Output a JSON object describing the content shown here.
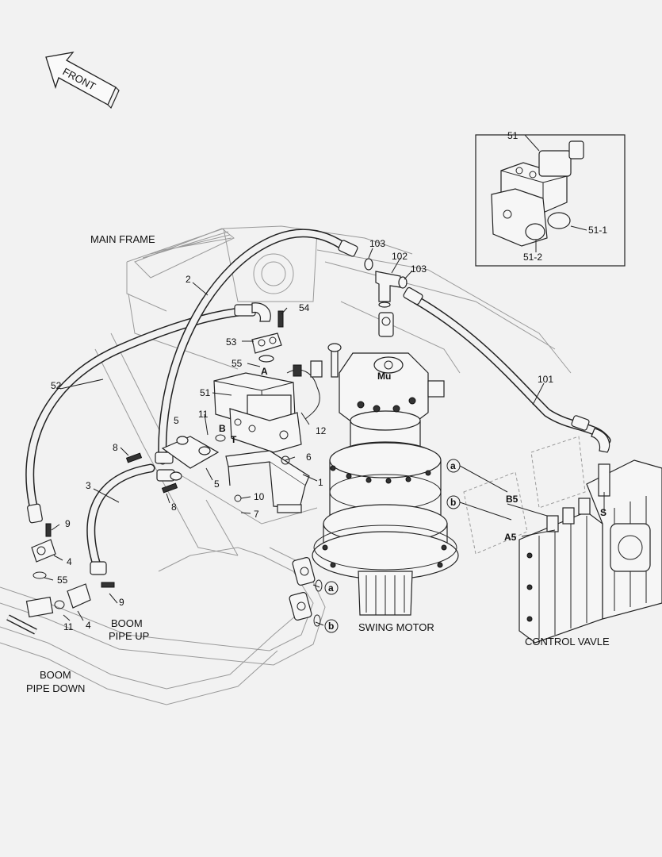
{
  "arrow": {
    "label": "FRONT"
  },
  "captions": {
    "main_frame": "MAIN FRAME",
    "swing_motor": "SWING MOTOR",
    "control_valve": "CONTROL VAVLE",
    "boom_pipe_up_1": "BOOM",
    "boom_pipe_up_2": "PIPE UP",
    "boom_pipe_down_1": "BOOM",
    "boom_pipe_down_2": "PIPE DOWN"
  },
  "callouts": {
    "c51_inset": "51",
    "c51_1": "51-1",
    "c51_2": "51-2",
    "c103a": "103",
    "c102": "102",
    "c103b": "103",
    "c2": "2",
    "c54": "54",
    "c53": "53",
    "c55a": "55",
    "c51": "51",
    "c52": "52",
    "c5a": "5",
    "c11a": "11",
    "c12": "12",
    "c6": "6",
    "c1": "1",
    "c8a": "8",
    "c8b": "8",
    "c5b": "5",
    "c10": "10",
    "c7": "7",
    "c3": "3",
    "c9a": "9",
    "c4a": "4",
    "c55b": "55",
    "c9b": "9",
    "c4b": "4",
    "c11b": "11",
    "c101": "101"
  },
  "port_labels": {
    "A": "A",
    "B": "B",
    "T": "T",
    "Mu": "Mu",
    "B5": "B5",
    "A5": "A5",
    "S": "S",
    "a1": "a",
    "b1": "b",
    "a2": "a",
    "b2": "b"
  }
}
